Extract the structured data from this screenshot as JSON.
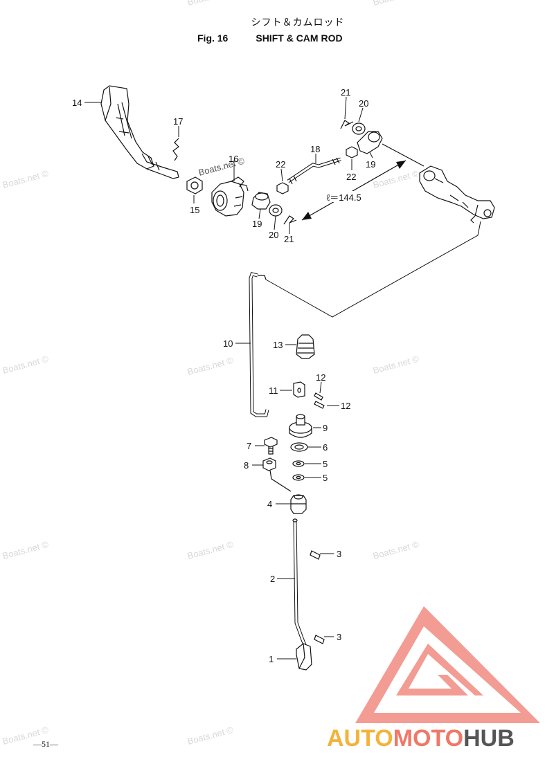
{
  "title": {
    "japanese": "シフト＆カムロッド",
    "figure": "Fig. 16",
    "english": "SHIFT & CAM ROD"
  },
  "dimension": "ℓ＝144.5",
  "parts": [
    {
      "label": "14"
    },
    {
      "label": "17"
    },
    {
      "label": "16"
    },
    {
      "label": "15"
    },
    {
      "label": "18"
    },
    {
      "label": "21"
    },
    {
      "label": "20"
    },
    {
      "label": "22"
    },
    {
      "label": "19"
    },
    {
      "label": "22"
    },
    {
      "label": "19"
    },
    {
      "label": "20"
    },
    {
      "label": "21"
    },
    {
      "label": "10"
    },
    {
      "label": "13"
    },
    {
      "label": "11"
    },
    {
      "label": "12"
    },
    {
      "label": "12"
    },
    {
      "label": "9"
    },
    {
      "label": "7"
    },
    {
      "label": "6"
    },
    {
      "label": "8"
    },
    {
      "label": "5"
    },
    {
      "label": "5"
    },
    {
      "label": "4"
    },
    {
      "label": "3"
    },
    {
      "label": "2"
    },
    {
      "label": "3"
    },
    {
      "label": "1"
    }
  ],
  "watermark": "Boats.net ©",
  "watermark_inline": "Boats.net ©",
  "logo": {
    "text_auto": "AUTO",
    "text_moto": "MOTO",
    "text_hub": "HUB"
  },
  "page_number": "—51—"
}
